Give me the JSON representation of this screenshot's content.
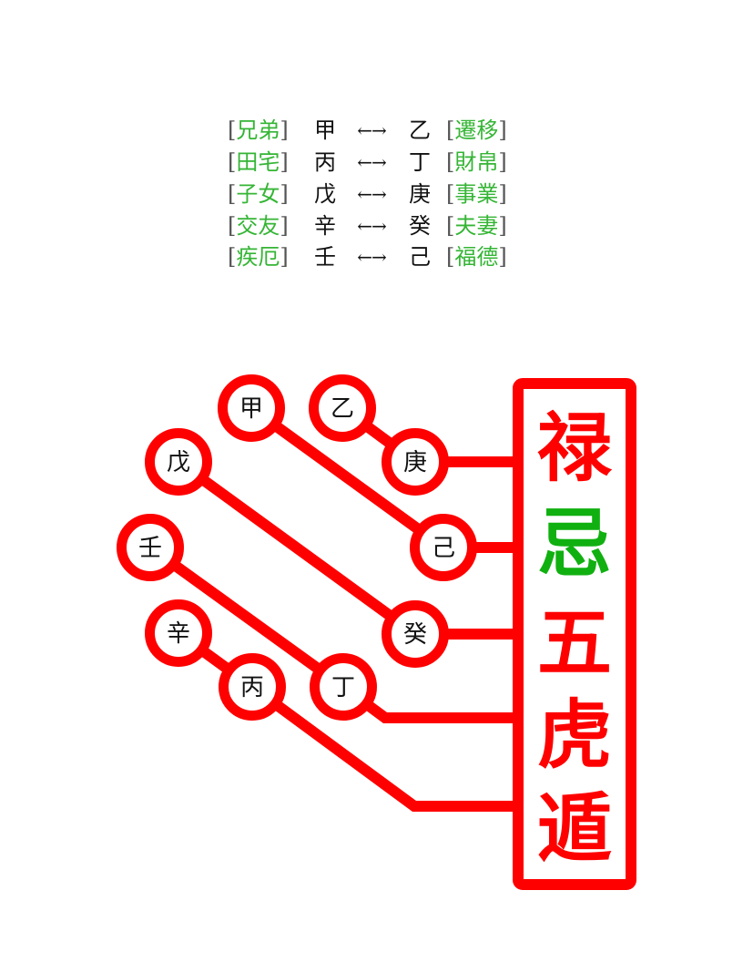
{
  "legend": {
    "bracket_open": "[",
    "bracket_close": "]",
    "pairs": [
      {
        "left_palace": "兄弟",
        "left_stem": "甲",
        "arrow": "←→",
        "right_stem": "乙",
        "right_palace": "遷移"
      },
      {
        "left_palace": "田宅",
        "left_stem": "丙",
        "arrow": "←→",
        "right_stem": "丁",
        "right_palace": "財帛"
      },
      {
        "left_palace": "子女",
        "left_stem": "戊",
        "arrow": "←→",
        "right_stem": "庚",
        "right_palace": "事業"
      },
      {
        "left_palace": "交友",
        "left_stem": "辛",
        "arrow": "←→",
        "right_stem": "癸",
        "right_palace": "夫妻"
      },
      {
        "left_palace": "疾厄",
        "left_stem": "壬",
        "arrow": "←→",
        "right_stem": "己",
        "right_palace": "福德"
      }
    ]
  },
  "diagram": {
    "colors": {
      "line": "#ff0000",
      "palace_text": "#35b535",
      "title_red": "#ff0000",
      "title_green": "#10b010"
    },
    "nodes": {
      "jia": "甲",
      "yi": "乙",
      "wu": "戊",
      "geng": "庚",
      "ren": "壬",
      "ji": "己",
      "xin": "辛",
      "gui": "癸",
      "bing": "丙",
      "ding": "丁"
    },
    "title_chars": [
      {
        "char": "禄",
        "color": "#ff0000"
      },
      {
        "char": "忌",
        "color": "#10b010"
      },
      {
        "char": "五",
        "color": "#ff0000"
      },
      {
        "char": "虎",
        "color": "#ff0000"
      },
      {
        "char": "遁",
        "color": "#ff0000"
      }
    ]
  }
}
